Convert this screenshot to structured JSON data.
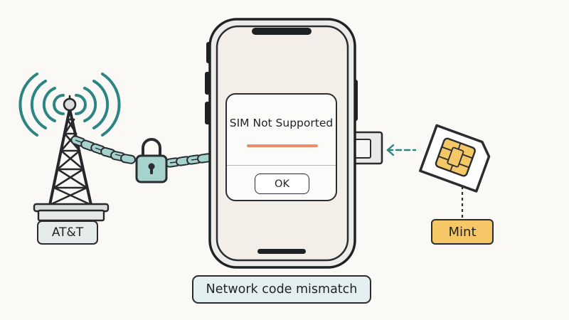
{
  "carrier": {
    "label": "AT&T",
    "icon": "cell-tower-icon"
  },
  "lock": {
    "icon": "padlock-icon"
  },
  "phone": {
    "alert": {
      "title": "SIM Not Supported",
      "ok_label": "OK"
    }
  },
  "sim": {
    "label": "Mint",
    "icon": "sim-card-icon"
  },
  "caption": "Network code mismatch",
  "colors": {
    "background": "#faf9f6",
    "outline": "#2b2e31",
    "teal": "#2b8582",
    "chain_fill": "#a7d3cf",
    "sim_orange": "#f5c766",
    "screen_fill": "#f3eee8",
    "alert_accent": "#ef8a6a",
    "label_gray": "#e5ebeb",
    "caption_fill": "#e4f0ef"
  }
}
